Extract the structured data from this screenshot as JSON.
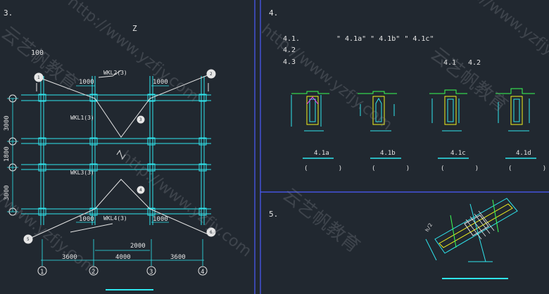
{
  "colors": {
    "background": "#212830",
    "cyan": "#2fe6ee",
    "white": "#e6e6e6",
    "green": "#39ff55",
    "yellow": "#f2f21e",
    "blue": "#4b5cff",
    "magenta": "#ff3cff",
    "watermark": "#8a8f96"
  },
  "section3": {
    "number": "3.",
    "title": "Z",
    "scale": "100",
    "dims_vertical": [
      "3000",
      "1800",
      "3000"
    ],
    "dims_horizontal": [
      "3600",
      "4000",
      "3600"
    ],
    "dim_top_left": "1000",
    "dim_top_right": "1000",
    "dim_bottom_left": "1000",
    "dim_bottom_right": "1000",
    "dim_2000": "2000",
    "beam_labels": [
      "WKL2(3)",
      "WKL1(3)",
      "WKL3(3)",
      "WKL4(3)"
    ],
    "axes": [
      "1",
      "2",
      "3",
      "4"
    ],
    "tags": [
      "1",
      "2",
      "3",
      "4",
      "5",
      "6"
    ]
  },
  "section4": {
    "number": "4.",
    "heading": "\" 4.1a\" \" 4.1b\" \" 4.1c\"",
    "items": [
      "4.1.",
      "4.2",
      "4.3"
    ],
    "right_labels": [
      "4.1",
      "4.2"
    ],
    "details": [
      "4.1a",
      "4.1b",
      "4.1c",
      "4.1d"
    ],
    "paren": "(        )"
  },
  "section5": {
    "number": "5.",
    "h_label": "h/2"
  },
  "watermark": {
    "url": "http://www.yzfjy.com",
    "brand": "云艺帆教育"
  }
}
